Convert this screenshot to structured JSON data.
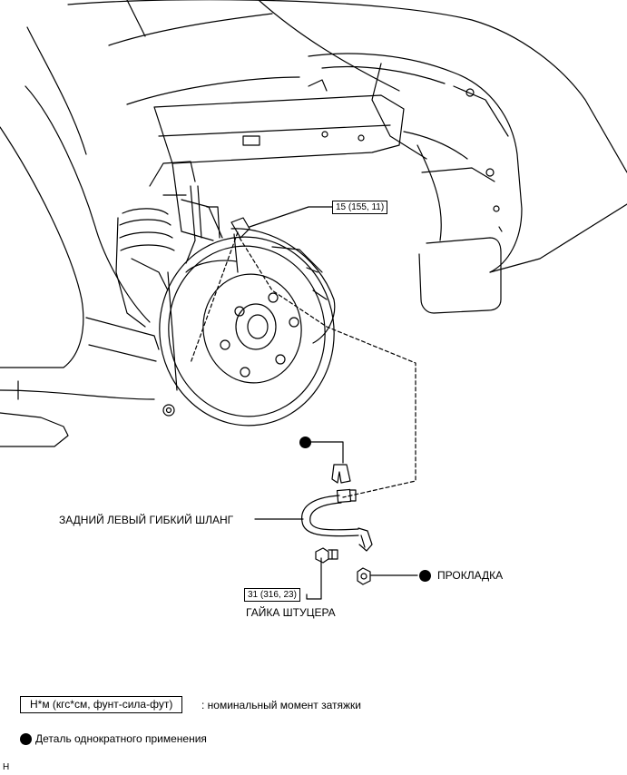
{
  "callouts": {
    "torque_hose_bracket": "15 (155, 11)",
    "torque_flare_nut": "31 (316, 23)",
    "hose_label": "ЗАДНИЙ ЛЕВЫЙ ГИБКИЙ ШЛАНГ",
    "flare_nut_label": "ГАЙКА ШТУЦЕРА",
    "gasket_label": "ПРОКЛАДКА"
  },
  "legend": {
    "torque_unit": "Н*м (кгс*см, фунт-сила-фут)",
    "torque_desc": ": номинальный момент затяжки",
    "non_reusable": "Деталь однократного применения"
  },
  "footer": {
    "code": "H"
  },
  "colors": {
    "line": "#000000",
    "background": "#ffffff"
  }
}
